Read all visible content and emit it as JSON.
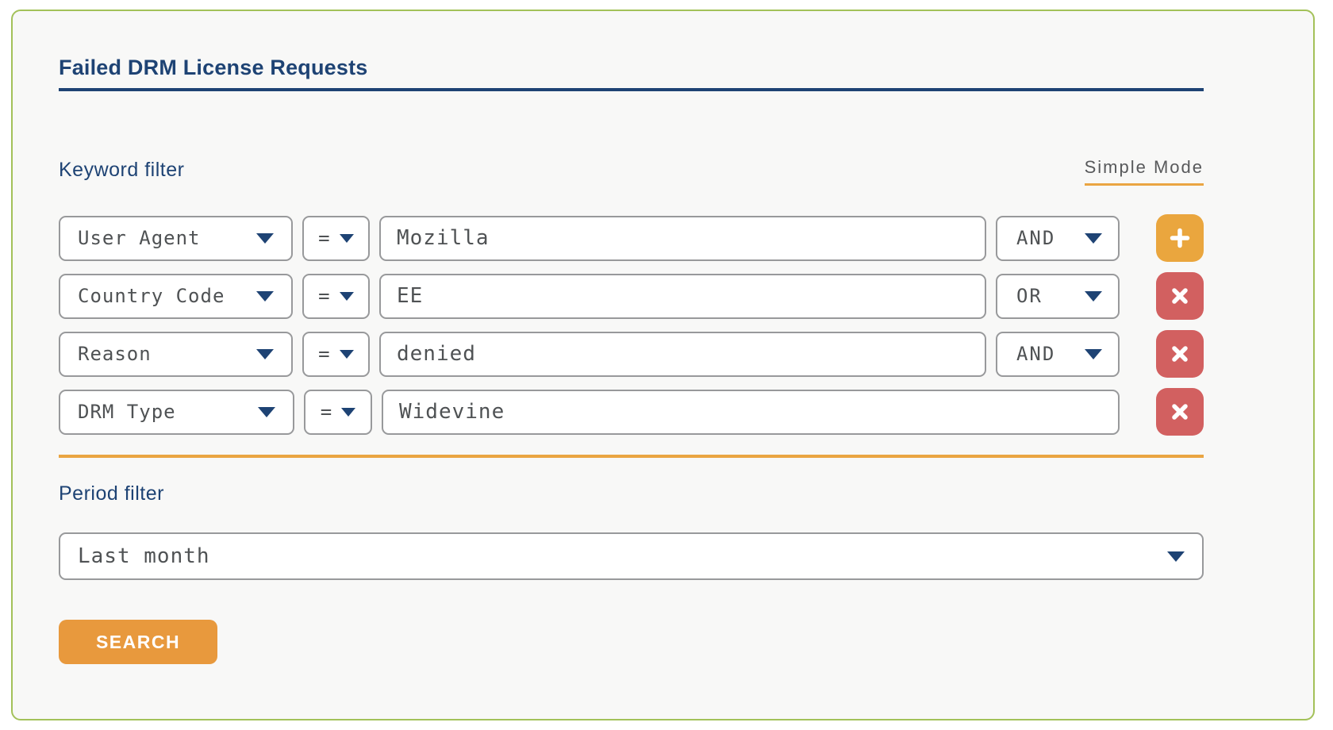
{
  "card": {
    "title": "Failed DRM License Requests"
  },
  "keyword_filter": {
    "label": "Keyword filter",
    "mode_toggle": "Simple Mode",
    "rows": [
      {
        "field": "User Agent",
        "operator": "=",
        "value": "Mozilla",
        "bool": "AND"
      },
      {
        "field": "Country Code",
        "operator": "=",
        "value": "EE",
        "bool": "OR"
      },
      {
        "field": "Reason",
        "operator": "=",
        "value": "denied",
        "bool": "AND"
      },
      {
        "field": "DRM Type",
        "operator": "=",
        "value": "Widevine"
      }
    ]
  },
  "period_filter": {
    "label": "Period filter",
    "selected": "Last month"
  },
  "search_button": "SEARCH",
  "colors": {
    "navy": "#1e4374",
    "orange_accent": "#eaa542",
    "orange_button": "#e8993d",
    "add_button": "#eaa63e",
    "remove_button": "#d26060",
    "card_border_green": "#a3c159",
    "card_background": "#f8f8f7",
    "control_border": "#98999b",
    "control_text": "#4f5254"
  }
}
